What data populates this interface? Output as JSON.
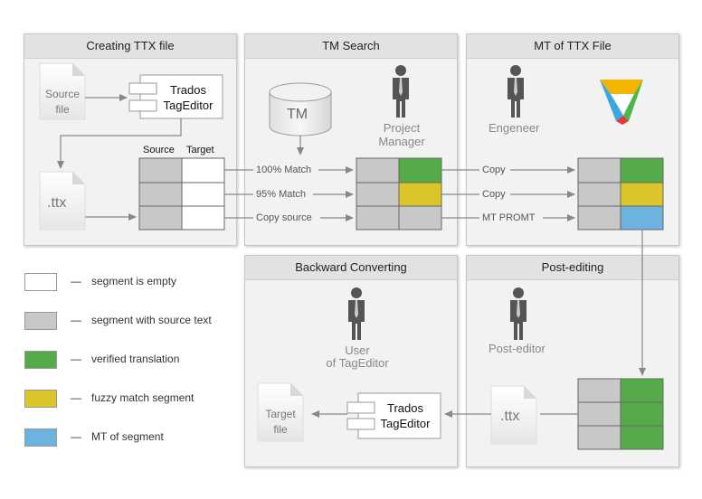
{
  "panels": {
    "creating": "Creating TTX file",
    "tm_search": "TM Search",
    "mt_file": "MT of TTX File",
    "backward": "Backward Converting",
    "post_editing": "Post-editing"
  },
  "docs": {
    "source_line1": "Source",
    "source_line2": "file",
    "ttx": ".ttx",
    "target_line1": "Target",
    "target_line2": "file"
  },
  "tageditor": {
    "line1": "Trados",
    "line2": "TagEditor"
  },
  "table_headers": {
    "source": "Source",
    "target": "Target"
  },
  "tm_label": "TM",
  "roles": {
    "project_manager_line1": "Project",
    "project_manager_line2": "Manager",
    "engineer": "Engeneer",
    "post_editor": "Post-editor",
    "user_line1": "User",
    "user_line2": "of TagEditor"
  },
  "arrows": {
    "match100": "100% Match",
    "match95": "95% Match",
    "copy_source": "Copy source",
    "copy1": "Copy",
    "copy2": "Copy",
    "mt_promt": "MT PROMT"
  },
  "legend": [
    {
      "label": "segment is empty",
      "color": "#ffffff"
    },
    {
      "label": "segment with source text",
      "color": "#c8c8c8"
    },
    {
      "label": "verified translation",
      "color": "#55ab47"
    },
    {
      "label": "fuzzy match segment",
      "color": "#dcc52a"
    },
    {
      "label": "MT of segment",
      "color": "#6db3e0"
    }
  ],
  "legend_dash": "—",
  "colors": {
    "empty": "#ffffff",
    "source": "#c8c8c8",
    "verified": "#55ab47",
    "fuzzy": "#dcc52a",
    "mt": "#6db3e0"
  }
}
